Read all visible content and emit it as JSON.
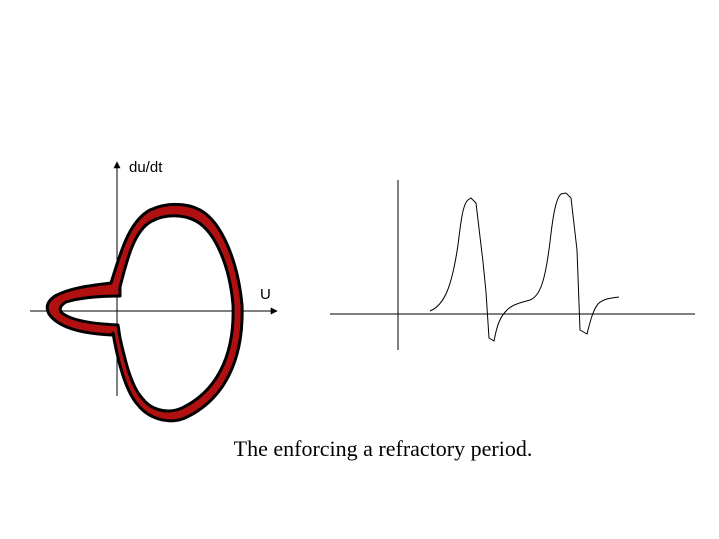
{
  "phase_plot": {
    "y_axis_label": "du/dt",
    "x_axis_label": "U",
    "loop_fill_color": "#b01010",
    "loop_outline_color": "#000000"
  },
  "time_plot": {
    "trace_color": "#000000"
  },
  "caption": "The enforcing a refractory period."
}
